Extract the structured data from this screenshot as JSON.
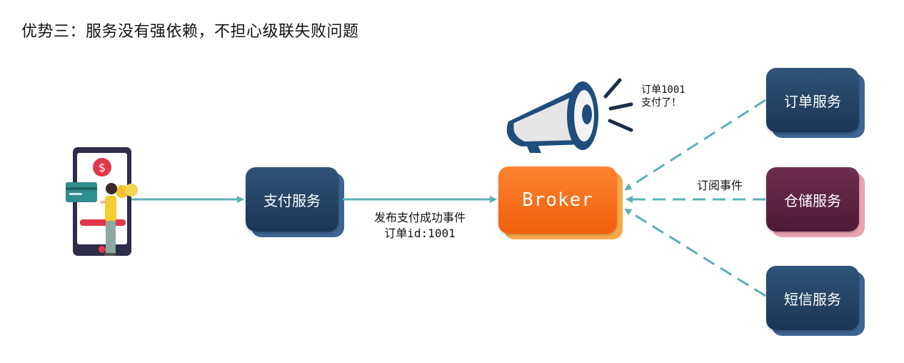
{
  "title": "优势三：服务没有强依赖，不担心级联失败问题",
  "nodes": {
    "payment": "支付服务",
    "broker": "Broker",
    "order": "订单服务",
    "storage": "仓储服务",
    "sms": "短信服务"
  },
  "edges": {
    "publish_line1": "发布支付成功事件",
    "publish_line2": "订单id:1001",
    "subscribe": "订阅事件"
  },
  "announcement": {
    "line1": "订单1001",
    "line2": "支付了！"
  },
  "icons": {
    "phone_user": "phone-payment-illustration-icon",
    "megaphone": "megaphone-icon",
    "dollar": "$"
  },
  "colors": {
    "navy": "#1f3b5c",
    "maroon": "#5a2040",
    "orange": "#f26b14",
    "arrow": "#5cb0b8"
  }
}
